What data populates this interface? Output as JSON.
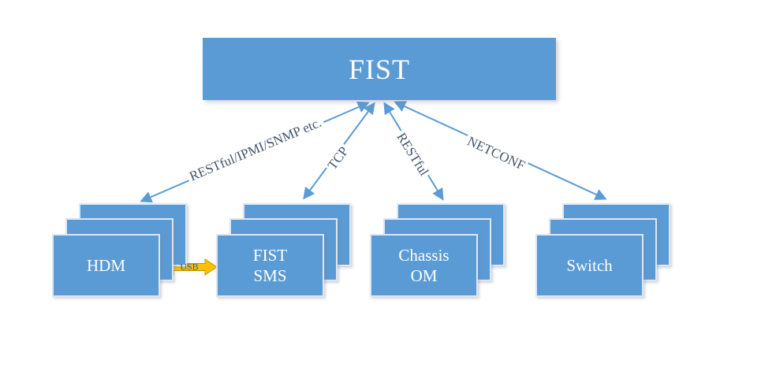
{
  "diagram": {
    "title_box": {
      "label": "FIST"
    },
    "nodes": [
      {
        "id": "hdm",
        "label": "HDM"
      },
      {
        "id": "fist-sms",
        "label": "FIST\nSMS"
      },
      {
        "id": "chassis-om",
        "label": "Chassis\nOM"
      },
      {
        "id": "switch",
        "label": "Switch"
      }
    ],
    "connections": [
      {
        "from": "FIST",
        "to": "HDM",
        "label": "RESTful/IPMI/SNMP  etc."
      },
      {
        "from": "FIST",
        "to": "FIST SMS",
        "label": "TCP"
      },
      {
        "from": "FIST",
        "to": "Chassis OM",
        "label": "RESTful"
      },
      {
        "from": "FIST",
        "to": "Switch",
        "label": "NETCONF"
      }
    ],
    "usb_link": {
      "from": "HDM",
      "to": "FIST SMS",
      "label": "USB"
    },
    "colors": {
      "node_fill": "#5b9bd5",
      "node_border": "#dde7f3",
      "arrow": "#5b9bd5",
      "usb_arrow": "#ffc000",
      "connection_label_text": "#44546a",
      "node_text": "#ffffff"
    }
  }
}
